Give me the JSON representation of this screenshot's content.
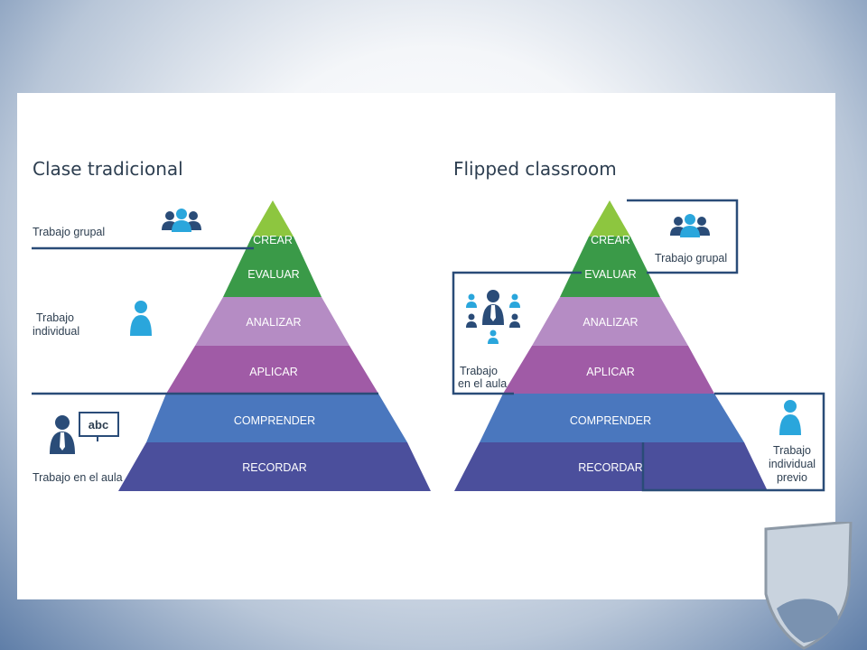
{
  "traditional": {
    "title": "Clase tradicional",
    "labels": {
      "group": "Trabajo grupal",
      "individual_1": "Trabajo",
      "individual_2": "individual",
      "classroom": "Trabajo en el aula",
      "board": "abc"
    }
  },
  "flipped": {
    "title": "Flipped classroom",
    "labels": {
      "group": "Trabajo grupal",
      "classroom_1": "Trabajo",
      "classroom_2": "en el aula",
      "prev_1": "Trabajo",
      "prev_2": "individual",
      "prev_3": "previo"
    }
  },
  "levels": [
    "CREAR",
    "EVALUAR",
    "ANALIZAR",
    "APLICAR",
    "COMPRENDER",
    "RECORDAR"
  ],
  "colors": {
    "crear": "#8dc63f",
    "evaluar": "#3a9a48",
    "analizar": "#b58cc4",
    "aplicar": "#a05ba6",
    "comprender": "#4a77be",
    "recordar": "#4b4f9c",
    "icon_dark": "#2a4c78",
    "icon_light": "#2aa6dc",
    "line": "#2a4c78"
  }
}
